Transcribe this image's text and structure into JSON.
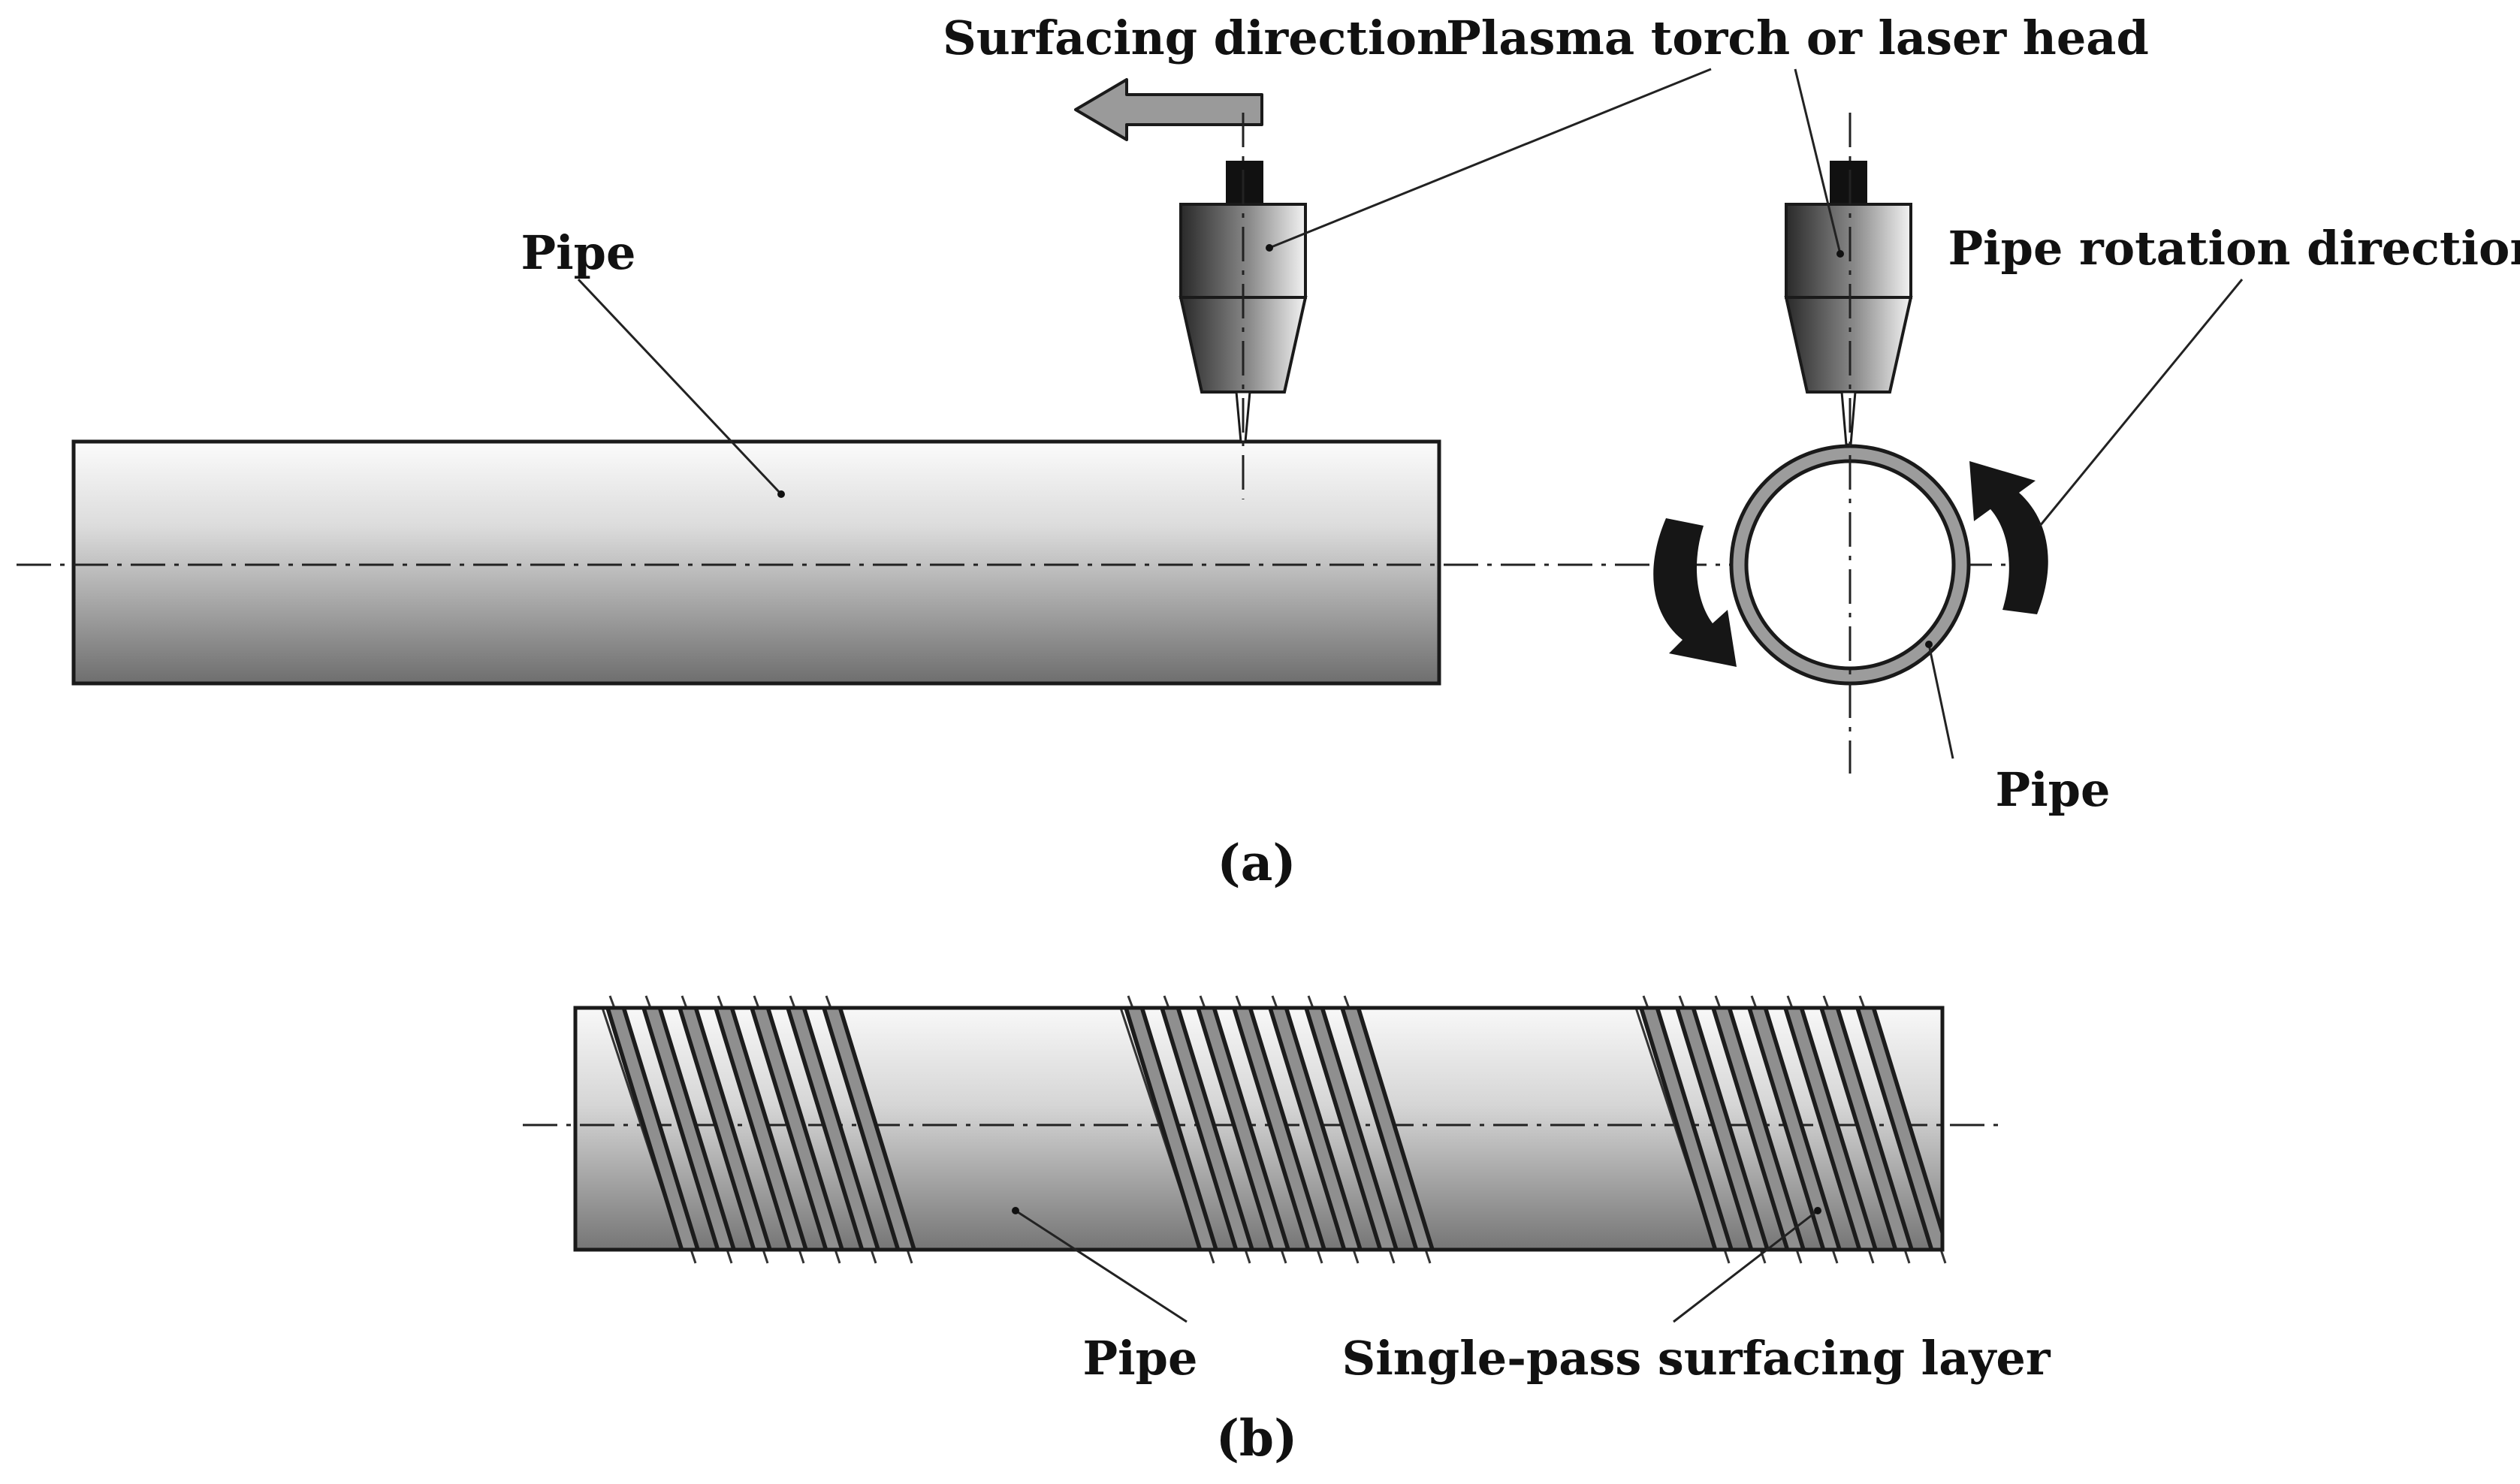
{
  "labels": {
    "surfacing_direction": "Surfacing direction",
    "plasma_torch": "Plasma torch or laser head",
    "pipe_a_left": "Pipe",
    "pipe_rotation": "Pipe rotation direction",
    "pipe_a_right": "Pipe",
    "pipe_b": "Pipe",
    "single_pass_layer": "Single-pass surfacing layer"
  },
  "captions": {
    "a": "(a)",
    "b": "(b)"
  },
  "colors": {
    "pipe_light": "#f4f4f4",
    "pipe_dark": "#6e6e6e",
    "coil": "#1c1c1c",
    "arrow_gray": "#9a9a9a",
    "rotation_arrow": "#161616"
  },
  "coil_groups": [
    {
      "coil_count": 7
    },
    {
      "coil_count": 7
    },
    {
      "coil_count": 7
    }
  ]
}
